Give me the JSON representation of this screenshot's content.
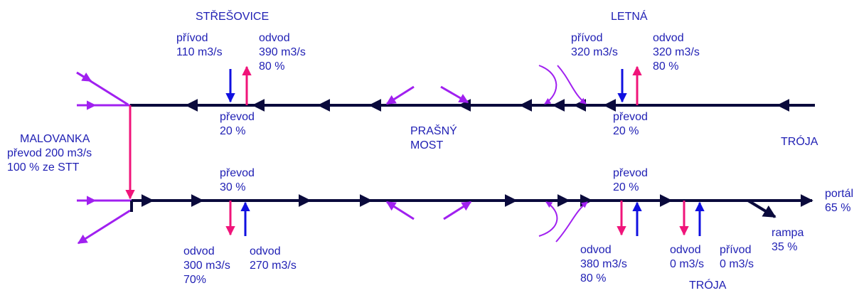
{
  "colors": {
    "tunnel": "#0a0a3c",
    "supply": "#1010e0",
    "exhaust": "#f0147a",
    "transfer": "#a020f0",
    "text": "#1f1fb4"
  },
  "places": {
    "stresovice": "STŘEŠOVICE",
    "letna": "LETNÁ",
    "prasny_most": [
      "PRAŠNÝ",
      "MOST"
    ],
    "troja_upper": "TRÓJA",
    "troja_lower": "TRÓJA"
  },
  "malovanka": [
    "MALOVANKA",
    "převod 200 m3/s",
    "100 % ze STT"
  ],
  "upper_tube": {
    "stresovice_supply": [
      "přívod",
      "110 m3/s"
    ],
    "stresovice_exhaust": [
      "odvod",
      "390 m3/s",
      "80 %"
    ],
    "stresovice_transfer": [
      "převod",
      "20 %"
    ],
    "letna_supply": [
      "přívod",
      "320 m3/s"
    ],
    "letna_exhaust": [
      "odvod",
      "320 m3/s",
      "80 %"
    ],
    "letna_transfer": [
      "převod",
      "20 %"
    ]
  },
  "lower_tube": {
    "stresovice_transfer": [
      "převod",
      "30 %"
    ],
    "stresovice_exhaust": [
      "odvod",
      "300 m3/s",
      "70%"
    ],
    "stresovice_second": [
      "odvod",
      "270 m3/s"
    ],
    "letna_transfer": [
      "převod",
      "20 %"
    ],
    "letna_exhaust": [
      "odvod",
      "380 m3/s",
      "80 %"
    ],
    "troja_exhaust": [
      "odvod",
      "0 m3/s"
    ],
    "troja_supply": [
      "přívod",
      "0 m3/s"
    ],
    "portal": [
      "portál",
      "65 %"
    ],
    "rampa": [
      "rampa",
      "35 %"
    ]
  }
}
